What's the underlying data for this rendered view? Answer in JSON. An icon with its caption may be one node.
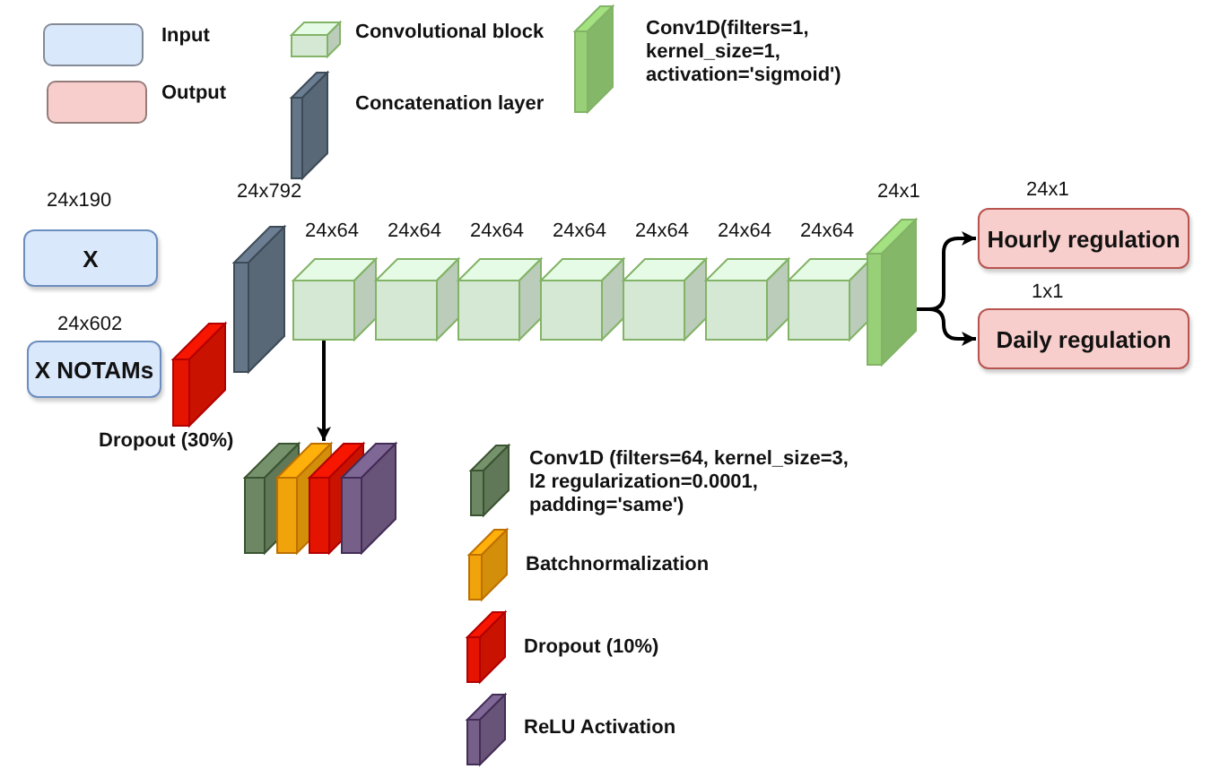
{
  "diagram": {
    "nodes": [
      {
        "text": [
          "X"
        ],
        "beside": [
          "24x190"
        ]
      },
      {
        "text": [
          "X NOTAMs"
        ],
        "beside": [
          "24x602"
        ]
      },
      {
        "text": [],
        "shape": "box",
        "beside": [
          "Dropout (30%)"
        ]
      },
      {
        "text": [],
        "shape": "box",
        "beside": [
          "24x792"
        ]
      },
      {
        "text": [],
        "shape": "box",
        "beside": [
          "24x64"
        ]
      },
      {
        "text": [],
        "shape": "box",
        "beside": [
          "24x64"
        ]
      },
      {
        "text": [],
        "shape": "box",
        "beside": [
          "24x64"
        ]
      },
      {
        "text": [],
        "shape": "box",
        "beside": [
          "24x64"
        ]
      },
      {
        "text": [],
        "shape": "box",
        "beside": [
          "24x64"
        ]
      },
      {
        "text": [],
        "shape": "box",
        "beside": [
          "24x64"
        ]
      },
      {
        "text": [],
        "shape": "box",
        "beside": [
          "24x64"
        ]
      },
      {
        "text": [],
        "shape": "box",
        "beside": [
          "24x1"
        ]
      },
      {
        "text": [
          "Hourly regulation"
        ],
        "beside": [
          "24x1"
        ]
      },
      {
        "text": [
          "Daily regulation"
        ],
        "beside": [
          "1x1"
        ]
      },
      {
        "text": [],
        "shape": "picture"
      }
    ],
    "edges": [
      {
        "from": 4,
        "to": 14,
        "arrow": "to"
      },
      {
        "from": 11,
        "to": 12,
        "arrow": "to"
      },
      {
        "from": 11,
        "to": 13,
        "arrow": "to"
      }
    ],
    "legend": [
      {
        "text": "Input",
        "color": "#dae8fc"
      },
      {
        "text": "Output",
        "color": "#f8cecc"
      },
      {
        "text": "Convolutional block"
      },
      {
        "text": "Concatenation layer"
      },
      {
        "text": "Conv1D(filters=1, kernel_size=1, activation='sigmoid')"
      },
      {
        "text": "Conv1D (filters=64, kernel_size=3, l2 regularization=0.0001, padding='same')"
      },
      {
        "text": "Batchnormalization"
      },
      {
        "text": "Dropout (10%)"
      },
      {
        "text": "ReLU Activation"
      }
    ]
  }
}
